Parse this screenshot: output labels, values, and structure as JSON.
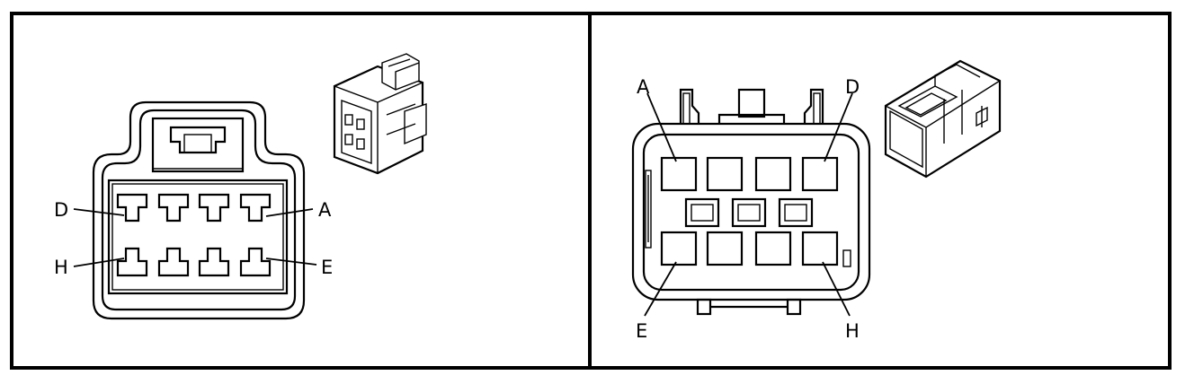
{
  "panels": [
    {
      "view": "female-connector-face",
      "labels": {
        "top_left": "D",
        "top_right": "A",
        "bottom_left": "H",
        "bottom_right": "E"
      }
    },
    {
      "view": "male-connector-face",
      "labels": {
        "top_left": "A",
        "top_right": "D",
        "bottom_left": "E",
        "bottom_right": "H"
      }
    }
  ],
  "colors": {
    "line": "#000000",
    "background": "#ffffff"
  }
}
